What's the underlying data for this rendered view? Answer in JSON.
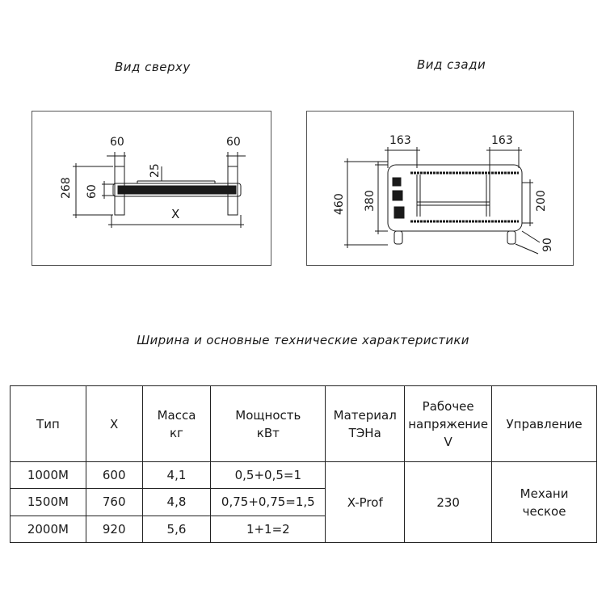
{
  "views": {
    "top": {
      "title": "Вид сверху",
      "dims": {
        "left_leg": "60",
        "right_leg": "60",
        "depth": "268",
        "leg_height": "60",
        "panel": "25",
        "width": "X"
      }
    },
    "back": {
      "title": "Вид сзади",
      "dims": {
        "left_offset": "163",
        "right_offset": "163",
        "total_height": "460",
        "mount_height": "380",
        "bracket": "200",
        "foot": "90"
      }
    }
  },
  "table": {
    "title": "Ширина и основные технические характеристики",
    "headers": {
      "type": "Тип",
      "width": "Х",
      "mass": [
        "Масса",
        "кг"
      ],
      "power": [
        "Мощность",
        "кВт"
      ],
      "material": [
        "Материал",
        "ТЭНа"
      ],
      "voltage": [
        "Рабочее",
        "напряжение",
        "V"
      ],
      "control": "Управление"
    },
    "rows": [
      {
        "type": "1000M",
        "width": "600",
        "mass": "4,1",
        "power": "0,5+0,5=1"
      },
      {
        "type": "1500M",
        "width": "760",
        "mass": "4,8",
        "power": "0,75+0,75=1,5"
      },
      {
        "type": "2000M",
        "width": "920",
        "mass": "5,6",
        "power": "1+1=2"
      }
    ],
    "material": "X-Prof",
    "voltage": "230",
    "control": [
      "Механи",
      "ческое"
    ]
  }
}
